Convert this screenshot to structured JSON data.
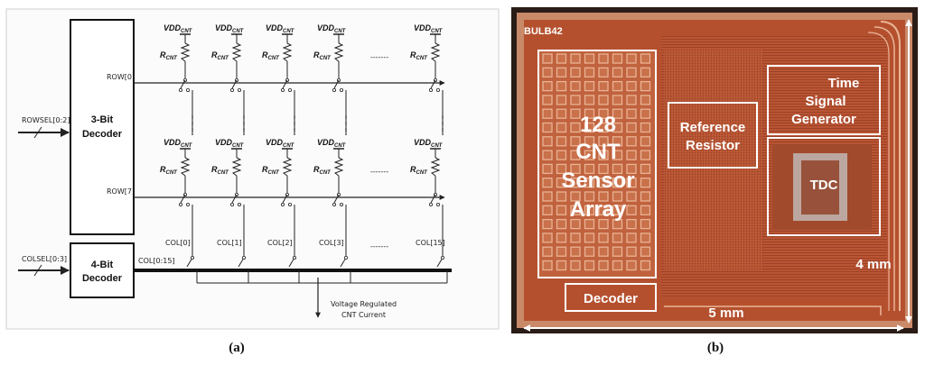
{
  "panel_a": {
    "caption": "(a)",
    "rowsel": "ROWSEL[0:2]",
    "colsel": "COLSEL[0:3]",
    "row_decoder": [
      "3-Bit",
      "Decoder"
    ],
    "col_decoder": [
      "4-Bit",
      "Decoder"
    ],
    "row0": "ROW[0]",
    "row7": "ROW[7]",
    "col_bus": "COL[0:15]",
    "col_labels": [
      "COL[0]",
      "COL[1]",
      "COL[2]",
      "COL[3]",
      "COL[15]"
    ],
    "vdd": "VDD",
    "vdd_sub": "CNT",
    "r": "R",
    "r_sub": "CNT",
    "output": [
      "Voltage Regulated",
      "CNT Current"
    ],
    "ellipsis": "-------"
  },
  "panel_b": {
    "caption": "(b)",
    "die_label": "BULB42",
    "array_label": [
      "128",
      "CNT",
      "Sensor",
      "Array"
    ],
    "reference": [
      "Reference",
      "Resistor"
    ],
    "time_signal": [
      "Time",
      "Signal",
      "Generator"
    ],
    "tdc": "TDC",
    "decoder": "Decoder",
    "width_dim": "5 mm",
    "height_dim": "4 mm",
    "colors": {
      "die": "#b5502e",
      "die_dark": "#8e3a1f",
      "frame": "#d8cfc4",
      "box": "#ffffff"
    }
  }
}
